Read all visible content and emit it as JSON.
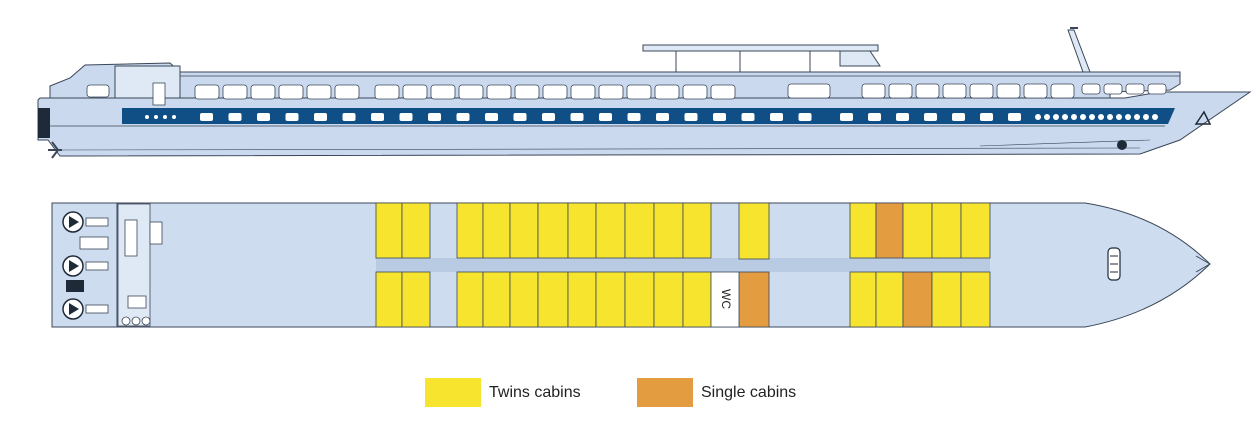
{
  "colors": {
    "hull": "#cad9ee",
    "hull_light": "#dfe9f6",
    "deck": "#cdddef",
    "outline": "#3b4658",
    "stripe": "#0f4f86",
    "twin": "#f6e42f",
    "single": "#e39c40",
    "corridor": "#b9cbe2"
  },
  "labels": {
    "wc": "WC"
  },
  "legend": {
    "twin": {
      "label": "Twins cabins",
      "color": "#f6e42f"
    },
    "single": {
      "label": "Single cabins",
      "color": "#e39c40"
    }
  },
  "cabins": {
    "top_row": [
      "twin",
      "twin",
      "twin",
      "twin",
      "twin",
      "twin",
      "twin",
      "twin",
      "twin",
      "twin",
      "twin",
      "twin",
      "twin",
      "single",
      "twin",
      "twin"
    ],
    "bottom_row": [
      "twin",
      "twin",
      "twin",
      "twin",
      "twin",
      "twin",
      "twin",
      "twin",
      "twin",
      "twin",
      "twin",
      "single",
      "twin",
      "twin",
      "single",
      "twin",
      "twin"
    ]
  }
}
